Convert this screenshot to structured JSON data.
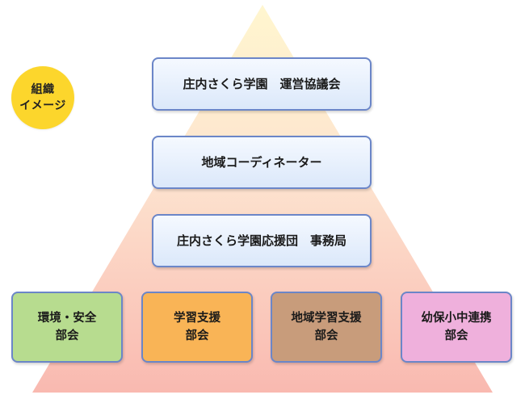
{
  "diagram": {
    "badge": {
      "line1": "組織",
      "line2": "イメージ"
    },
    "tiers": [
      {
        "label": "庄内さくら学園　運営協議会"
      },
      {
        "label": "地域コーディネーター"
      },
      {
        "label": "庄内さくら学園応援団　事務局"
      }
    ],
    "committees": [
      {
        "line1": "環境・安全",
        "line2": "部会",
        "color": "#b7dc8f"
      },
      {
        "line1": "学習支援",
        "line2": "部会",
        "color": "#f9b456"
      },
      {
        "line1": "地域学習支援",
        "line2": "部会",
        "color": "#c89c7b"
      },
      {
        "line1": "幼保小中連携",
        "line2": "部会",
        "color": "#efb0dc"
      }
    ],
    "colors": {
      "pyramid_top": "#fff6cf",
      "pyramid_bottom": "#f9b9b0",
      "border": "#6b86c8"
    }
  }
}
